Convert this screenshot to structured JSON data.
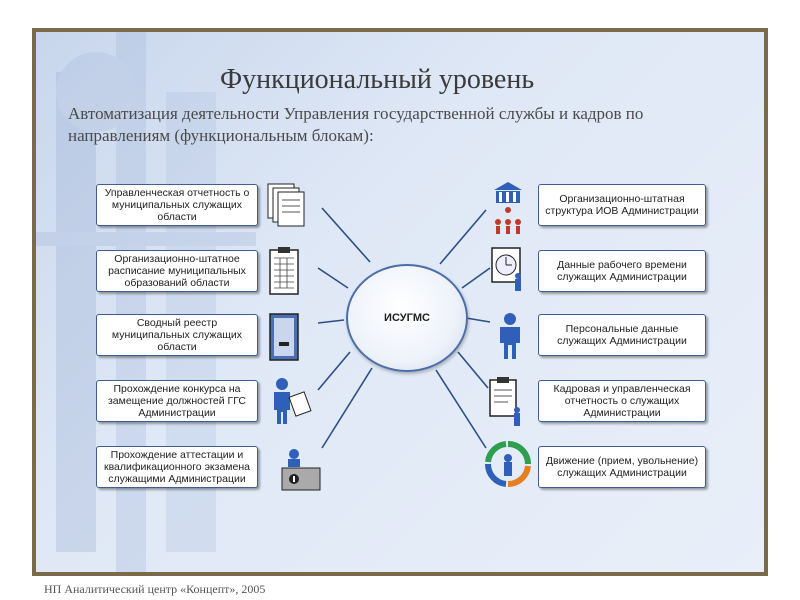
{
  "slide": {
    "title": "Функциональный уровень",
    "subtitle": "Автоматизация деятельности Управления государственной службы и кадров по направлениям (функциональным блокам):",
    "center_label": "ИСУГМС",
    "footer": "НП Аналитический центр «Концепт», 2005"
  },
  "left_blocks": [
    {
      "label": "Управленческая отчетность о муниципальных служащих области",
      "icon": "documents-icon"
    },
    {
      "label": "Организационно-штатное расписание муниципальных образований области",
      "icon": "table-clipboard-icon"
    },
    {
      "label": "Сводный реестр муниципальных служащих области",
      "icon": "register-book-icon"
    },
    {
      "label": "Прохождение конкурса на замещение должностей ГГС Администрации",
      "icon": "person-clipboard-icon"
    },
    {
      "label": "Прохождение аттестации и квалификационного экзамена служащими Администрации",
      "icon": "exam-desk-icon"
    }
  ],
  "right_blocks": [
    {
      "label": "Организационно-штатная структура ИОВ Администрации",
      "icon": "org-structure-icon"
    },
    {
      "label": "Данные рабочего времени служащих Администрации",
      "icon": "clock-person-icon"
    },
    {
      "label": "Персональные данные служащих Администрации",
      "icon": "person-icon"
    },
    {
      "label": "Кадровая и управленческая отчетность о служащих Администрации",
      "icon": "report-person-icon"
    },
    {
      "label": "Движение (прием, увольнение) служащих Администрации",
      "icon": "cycle-arrows-icon"
    }
  ],
  "colors": {
    "accent": "#3f5f8f",
    "icon_blue": "#2f5fb8",
    "frame": "#7a6a4a",
    "background": "#dfe8f6"
  }
}
